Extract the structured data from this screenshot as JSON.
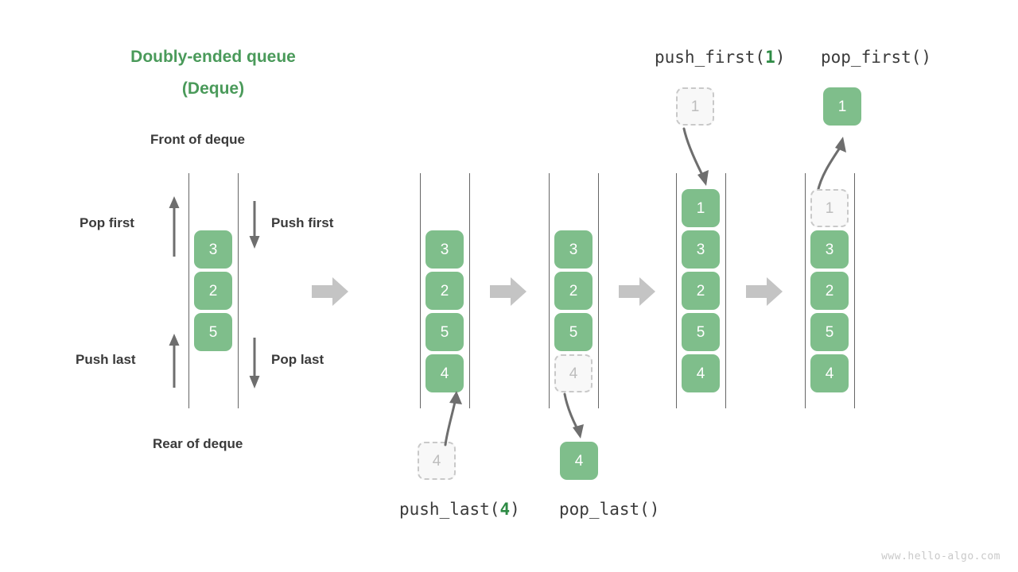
{
  "title": {
    "line1": "Doubly-ended queue",
    "line2": "(Deque)",
    "color": "#4a9a5a"
  },
  "labels": {
    "front": "Front of deque",
    "rear": "Rear of deque",
    "pop_first": "Pop first",
    "push_first": "Push first",
    "push_last": "Push last",
    "pop_last": "Pop last"
  },
  "colors": {
    "accent_green": "#4a9a5a",
    "cell_green": "#7fbe8b",
    "cell_text": "#ffffff",
    "ghost_fill": "#f8f8f8",
    "ghost_border": "#c9c9c9",
    "ghost_text": "#bdbdbd",
    "rail": "#666666",
    "arrow_gray": "#6e6e6e",
    "block_arrow": "#c4c4c4",
    "dark_text": "#3a3a3a",
    "watermark": "#c9c9c9"
  },
  "panels": [
    {
      "id": "panel-base",
      "cells": [
        "3",
        "2",
        "5"
      ]
    },
    {
      "id": "panel-push-last",
      "cells": [
        "3",
        "2",
        "5",
        "4"
      ],
      "ghost_external": "4",
      "operation": "push_last"
    },
    {
      "id": "panel-pop-last",
      "cells": [
        "3",
        "2",
        "5"
      ],
      "ghost_in_deque": "4",
      "ejected": "4",
      "operation": "pop_last"
    },
    {
      "id": "panel-push-first",
      "cells": [
        "1",
        "3",
        "2",
        "5",
        "4"
      ],
      "ghost_external": "1",
      "operation": "push_first"
    },
    {
      "id": "panel-pop-first",
      "cells": [
        "3",
        "2",
        "5",
        "4"
      ],
      "ghost_in_deque": "1",
      "ejected": "1",
      "operation": "pop_first"
    }
  ],
  "operations": {
    "push_last": {
      "name": "push_last(",
      "arg": "4",
      "close": ")"
    },
    "pop_last": {
      "name": "pop_last()"
    },
    "push_first": {
      "name": "push_first(",
      "arg": "1",
      "close": ")"
    },
    "pop_first": {
      "name": "pop_first()"
    }
  },
  "watermark": "www.hello-algo.com"
}
